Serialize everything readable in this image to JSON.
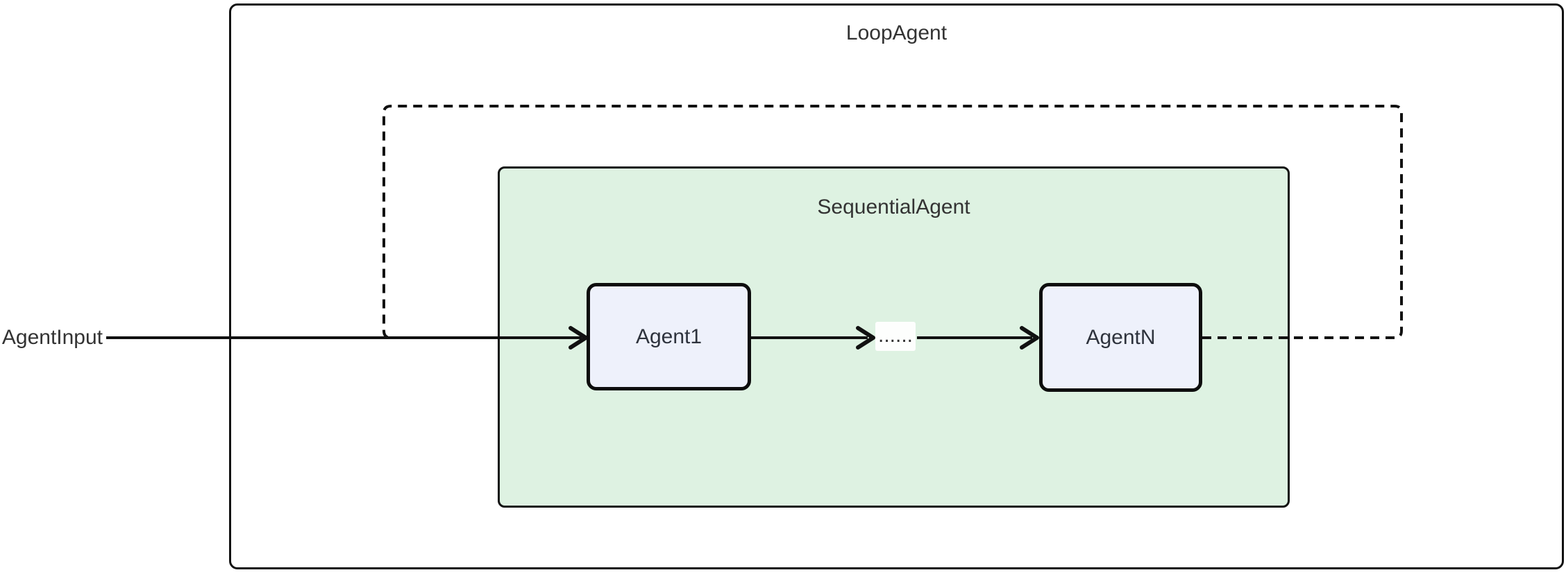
{
  "diagram": {
    "type": "flowchart",
    "loop_agent": {
      "label": "LoopAgent",
      "fill": "#ffffff",
      "border_color": "#111111",
      "border_style": "solid"
    },
    "sequential_agent": {
      "label": "SequentialAgent",
      "fill": "#def2e2",
      "border_color": "#111111",
      "border_style": "solid"
    },
    "agent_input": {
      "label": "AgentInput",
      "style": "plain-text"
    },
    "agent1": {
      "label": "Agent1",
      "fill": "#eef1fb",
      "border_color": "#0d0d0d"
    },
    "dots_label": {
      "label": "......",
      "background": "#ffffff"
    },
    "agent_n": {
      "label": "AgentN",
      "fill": "#eef1fb",
      "border_color": "#0d0d0d"
    },
    "edges": [
      {
        "from": "AgentInput",
        "to": "Agent1",
        "style": "solid",
        "arrowhead": true
      },
      {
        "from": "Agent1",
        "to": "......",
        "style": "solid",
        "arrowhead": true
      },
      {
        "from": "......",
        "to": "AgentN",
        "style": "solid",
        "arrowhead": true
      },
      {
        "from": "AgentN",
        "to": "Agent1",
        "style": "dashed-loop",
        "arrowhead": false
      }
    ],
    "colors": {
      "edge_stroke": "#111111",
      "text": "#333333",
      "subgraph_fill": "#def2e2",
      "node_fill": "#eef1fb",
      "background": "#ffffff"
    }
  }
}
